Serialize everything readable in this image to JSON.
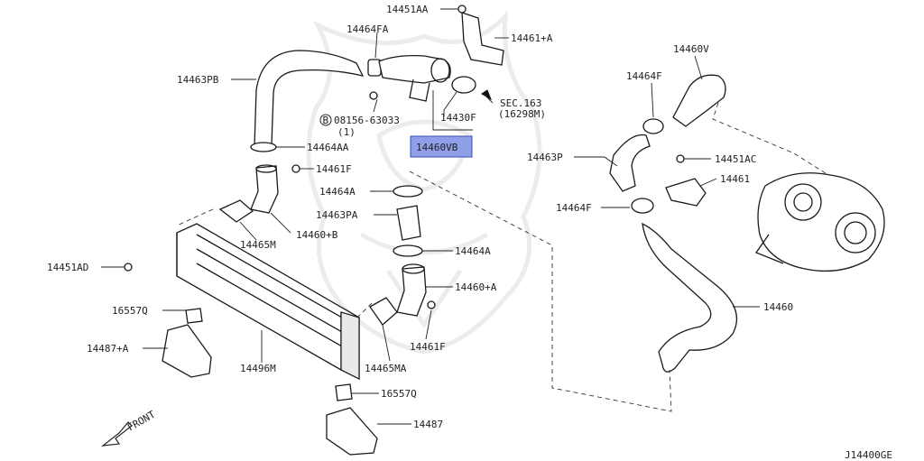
{
  "diagram": {
    "code": "J14400GE",
    "front_label": "FRONT",
    "highlight_color": "#8f9fe8",
    "labels": [
      {
        "id": "14451AA",
        "text": "14451AA"
      },
      {
        "id": "14461plusA",
        "text": "14461+A"
      },
      {
        "id": "14464FA",
        "text": "14464FA"
      },
      {
        "id": "14463PB",
        "text": "14463PB"
      },
      {
        "id": "bolt08156",
        "text": "08156-63033"
      },
      {
        "id": "bolt08156qty",
        "text": "(1)"
      },
      {
        "id": "14430F",
        "text": "14430F"
      },
      {
        "id": "sec163",
        "text": "SEC.163"
      },
      {
        "id": "sec163ref",
        "text": "(16298M)"
      },
      {
        "id": "14460VB",
        "text": "14460VB"
      },
      {
        "id": "14464AA",
        "text": "14464AA"
      },
      {
        "id": "14461F_top",
        "text": "14461F"
      },
      {
        "id": "14464A_top",
        "text": "14464A"
      },
      {
        "id": "14463PA",
        "text": "14463PA"
      },
      {
        "id": "14464A_mid",
        "text": "14464A"
      },
      {
        "id": "14465M",
        "text": "14465M"
      },
      {
        "id": "14460plusB",
        "text": "14460+B"
      },
      {
        "id": "14460plusA",
        "text": "14460+A"
      },
      {
        "id": "14451AD",
        "text": "14451AD"
      },
      {
        "id": "16557Q_left",
        "text": "16557Q"
      },
      {
        "id": "14461F_bottom",
        "text": "14461F"
      },
      {
        "id": "14487plusA",
        "text": "14487+A"
      },
      {
        "id": "14496M",
        "text": "14496M"
      },
      {
        "id": "14465MA",
        "text": "14465MA"
      },
      {
        "id": "16557Q_bottom",
        "text": "16557Q"
      },
      {
        "id": "14487",
        "text": "14487"
      },
      {
        "id": "14460V",
        "text": "14460V"
      },
      {
        "id": "14464F_top",
        "text": "14464F"
      },
      {
        "id": "14463P",
        "text": "14463P"
      },
      {
        "id": "14451AC",
        "text": "14451AC"
      },
      {
        "id": "14461",
        "text": "14461"
      },
      {
        "id": "14464F_mid",
        "text": "14464F"
      },
      {
        "id": "14460",
        "text": "14460"
      }
    ]
  }
}
